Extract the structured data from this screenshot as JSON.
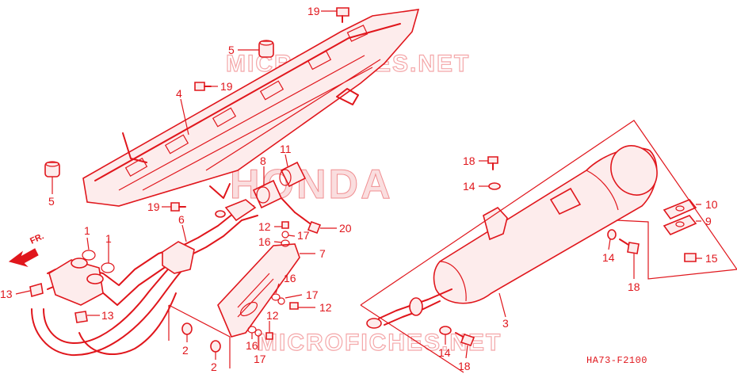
{
  "watermarks": {
    "top": "MICROFICHES.NET",
    "center": "HONDA",
    "bottom": "MICROFICHES.NET"
  },
  "figure_code": "HA73-F2100",
  "direction_label": "FR.",
  "callouts": [
    "19",
    "5",
    "19",
    "4",
    "5",
    "11",
    "8",
    "19",
    "6",
    "12",
    "17",
    "20",
    "16",
    "7",
    "1",
    "1",
    "13",
    "13",
    "16",
    "17",
    "12",
    "2",
    "2",
    "16",
    "17",
    "12",
    "18",
    "14",
    "10",
    "9",
    "14",
    "15",
    "18",
    "3",
    "14",
    "18"
  ],
  "colors": {
    "ink": "#e0161c",
    "watermark": "#f4a7a9"
  }
}
